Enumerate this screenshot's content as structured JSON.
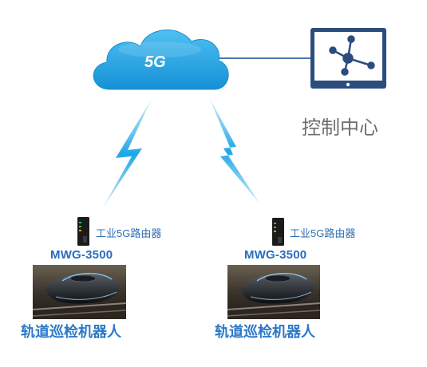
{
  "network": {
    "label": "5G"
  },
  "control_center": {
    "label": "控制中心",
    "icon": "network-hub-icon"
  },
  "colors": {
    "cloud": "#1fa6e6",
    "cloud_dark": "#1a8fd0",
    "bolt": "#1ea7e8",
    "link": "#4a77b4",
    "monitor": "#2b4d7d"
  },
  "nodes": [
    {
      "router_label": "工业5G路由器",
      "model": "MWG-3500",
      "robot_label": "轨道巡检机器人"
    },
    {
      "router_label": "工业5G路由器",
      "model": "MWG-3500",
      "robot_label": "轨道巡检机器人"
    }
  ]
}
